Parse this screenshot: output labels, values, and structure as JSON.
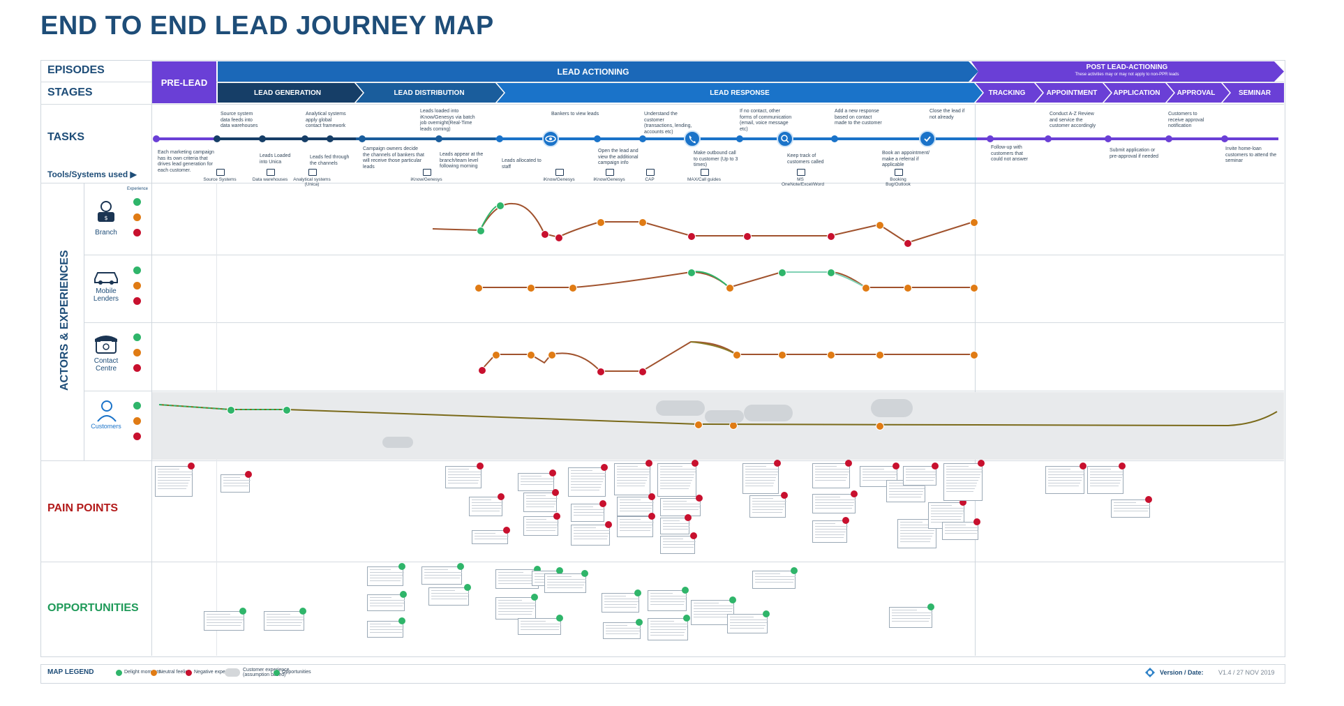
{
  "title": "END TO END LEAD JOURNEY MAP",
  "rows": {
    "episodes": "EPISODES",
    "stages": "STAGES",
    "tasks": "TASKS",
    "tools": "Tools/Systems used ▶",
    "actors": "ACTORS & EXPERIENCES",
    "pain_points": "PAIN POINTS",
    "opportunities": "OPPORTUNITIES",
    "experience": "Experience"
  },
  "episodes": {
    "pre_lead": "PRE-LEAD",
    "lead_actioning": "LEAD ACTIONING",
    "post_lead": "POST LEAD-ACTIONING",
    "post_lead_sub": "These activities may or may not apply to non-PPR leads"
  },
  "stages": [
    "LEAD GENERATION",
    "LEAD DISTRIBUTION",
    "LEAD RESPONSE",
    "TRACKING",
    "APPOINTMENT",
    "APPLICATION",
    "APPROVAL",
    "SEMINAR"
  ],
  "tasks": {
    "t1": "Each marketing campaign has its own criteria that drives lead generation for each customer.",
    "t2": "Source system data feeds into data warehouses",
    "t3": "Leads Loaded into Unica",
    "t4": "Analytical systems apply global contact framework",
    "t5": "Leads fed through the channels",
    "t6": "Campaign owners decide the channels of bankers that will receive those particular leads",
    "t7": "Leads loaded into iKnow/Genesys via batch job overnight(Real-Time leads coming)",
    "t8": "Leads appear at the branch/team level following morning",
    "t9": "Leads allocated to staff",
    "t10": "Bankers to view leads",
    "t11": "Open the lead and view the additional campaign info",
    "t12": "Understand the customer (transactions, lending, accounts etc)",
    "t13": "Make outbound call to customer (Up to 3 times)",
    "t14": "If no contact, other forms of communication (email, voice message etc)",
    "t15": "Keep track of customers called",
    "t16": "Add a new response based on contact made to the customer",
    "t17": "Book an appointment/ make a referral if applicable",
    "t18": "Close the lead if not already",
    "t19": "Follow-up with customers that could not answer",
    "t20": "Conduct A-Z Review and service the customer accordingly",
    "t21": "Submit application or pre-approval if needed",
    "t22": "Customers to receive approval notification",
    "t23": "Invite home-loan customers to attend the seminar"
  },
  "tools": [
    "Source Systems",
    "Data warehouses",
    "Analytical systems (Unica)",
    "iKnow/Genesys",
    "iKnow/Genesys",
    "iKnow/Genesys",
    "CAP",
    "MAX/Call guides",
    "MS OneNote/Excel/Word",
    "Booking Bug/Outlook"
  ],
  "actors": {
    "branch": "Branch",
    "mobile": "Mobile Lenders",
    "contact": "Contact Centre",
    "customers": "Customers"
  },
  "legend": {
    "title": "MAP LEGEND",
    "delight": "Delight moments",
    "neutral": "Neutral feeling",
    "negative": "Negative experience",
    "cx": "Customer experience (assumption based)",
    "opps": "Opportunities"
  },
  "version": {
    "label": "Version / Date:",
    "value": "V1.4 / 27 NOV 2019"
  },
  "colors": {
    "navy": "#1e4d78",
    "blue": "#1a73c9",
    "purple": "#6a3fd6",
    "red": "#c8102e",
    "green": "#2fb56a",
    "orange": "#e07b14"
  }
}
